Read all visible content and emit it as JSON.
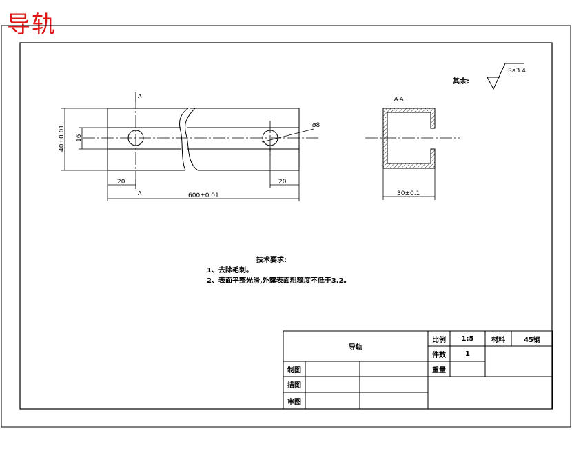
{
  "title": "导轨",
  "roughness": {
    "label": "其余:",
    "value": "Ra3.4"
  },
  "dims": {
    "section_mark": "A",
    "section_view_label": "A-A",
    "height": "40±0.01",
    "hole_spacing": "16",
    "hole_dia": "ø8",
    "edge_left": "20",
    "edge_right": "20",
    "length": "600±0.01",
    "channel_width": "30±0.1"
  },
  "notes": {
    "heading": "技术要求:",
    "items": [
      "1、去除毛刺。",
      "2、表面平整光滑,外露表面粗糙度不低于3.2。"
    ]
  },
  "title_block": {
    "name": "导轨",
    "scale_label": "比例",
    "scale": "1:5",
    "material_label": "材料",
    "material": "45钢",
    "qty_label": "件数",
    "qty": "1",
    "weight_label": "重量",
    "drawn": "制图",
    "designed": "描图",
    "checked": "审图"
  }
}
